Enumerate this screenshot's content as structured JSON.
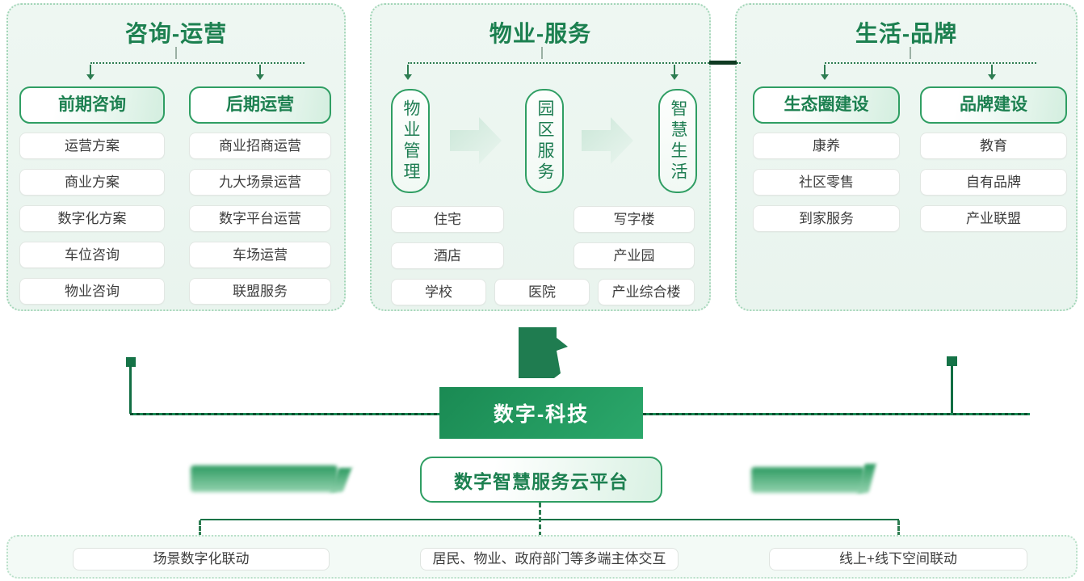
{
  "panel_consulting": {
    "title": "咨询-运营",
    "left_header": "前期咨询",
    "right_header": "后期运营",
    "left_items": [
      "运营方案",
      "商业方案",
      "数字化方案",
      "车位咨询",
      "物业咨询"
    ],
    "right_items": [
      "商业招商运营",
      "九大场景运营",
      "数字平台运营",
      "车场运营",
      "联盟服务"
    ]
  },
  "panel_property": {
    "title": "物业-服务",
    "stages": [
      "物业管理",
      "园区服务",
      "智慧生活"
    ],
    "row1": [
      "住宅",
      "写字楼"
    ],
    "row2": [
      "酒店",
      "产业园"
    ],
    "row3": [
      "学校",
      "医院",
      "产业综合楼"
    ]
  },
  "panel_life": {
    "title": "生活-品牌",
    "left_header": "生态圈建设",
    "right_header": "品牌建设",
    "left_items": [
      "康养",
      "社区零售",
      "到家服务"
    ],
    "right_items": [
      "教育",
      "自有品牌",
      "产业联盟"
    ]
  },
  "center": {
    "tech_label": "数字-科技",
    "platform_label": "数字智慧服务云平台"
  },
  "bottom_band": {
    "items": [
      "场景数字化联动",
      "居民、物业、政府部门等多端主体交互",
      "线上+线下空间联动"
    ]
  },
  "colors": {
    "accent_green": "#1c8050",
    "line_green": "#157347",
    "panel_border": "#a3d6b8"
  }
}
